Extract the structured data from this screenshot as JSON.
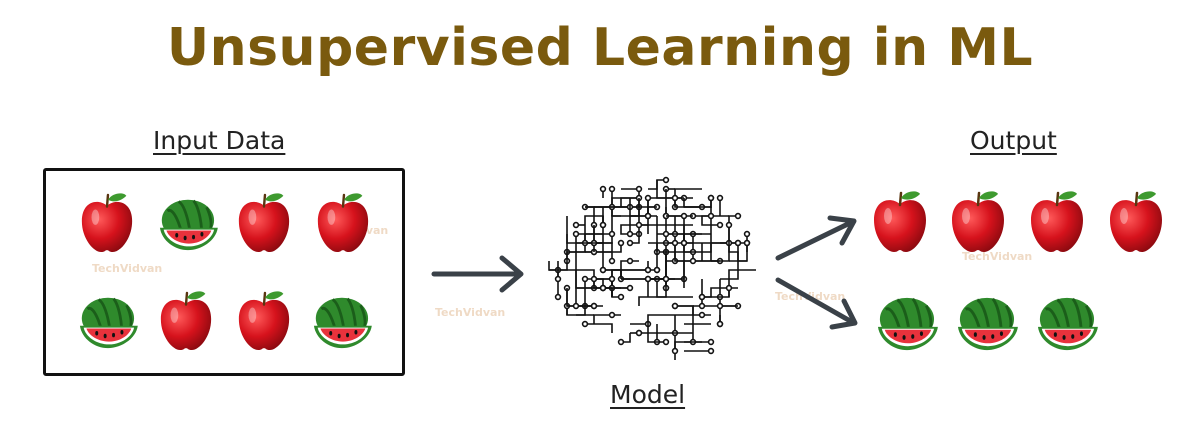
{
  "title": "Unsupervised Learning in ML",
  "labels": {
    "input": "Input Data",
    "model": "Model",
    "output": "Output"
  },
  "watermark": "TechVidvan",
  "colors": {
    "title": "#7a5a0e",
    "apple": "#d6121c",
    "watermelon_rind": "#2f8a2c",
    "watermelon_flesh": "#e8323c",
    "arrow": "#3a4148",
    "circuit": "#111111"
  },
  "input_data": {
    "row_1": [
      "apple-icon",
      "watermelon-icon",
      "apple-icon",
      "apple-icon"
    ],
    "row_2": [
      "watermelon-icon",
      "apple-icon",
      "apple-icon",
      "watermelon-icon"
    ]
  },
  "output": {
    "apple_cluster": [
      "apple-icon",
      "apple-icon",
      "apple-icon",
      "apple-icon"
    ],
    "watermelon_cluster": [
      "watermelon-icon",
      "watermelon-icon",
      "watermelon-icon"
    ]
  },
  "model_icon": "circuit-brain-icon"
}
